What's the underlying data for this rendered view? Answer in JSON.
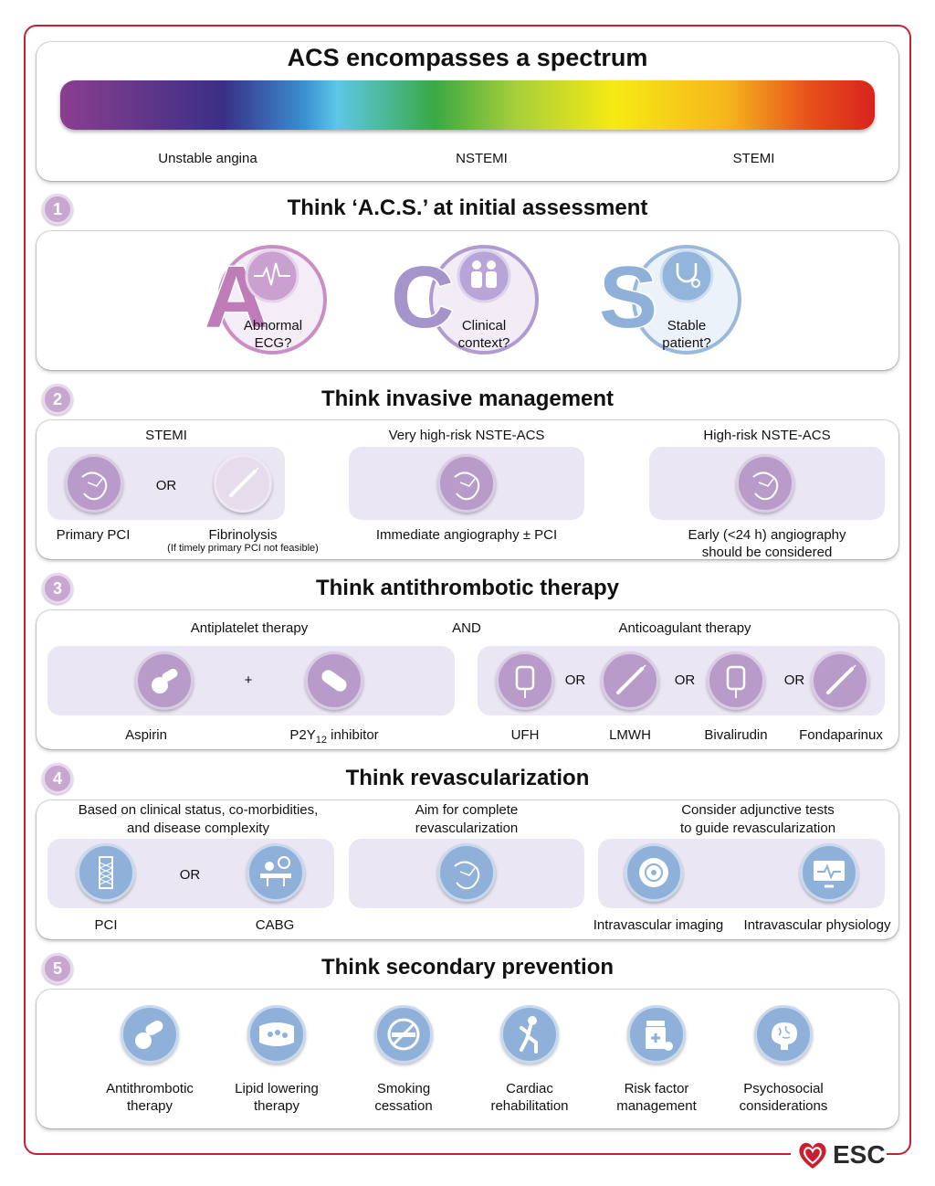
{
  "header": {
    "title": "ACS encompasses a spectrum",
    "spectrum_labels": [
      "Unstable angina",
      "NSTEMI",
      "STEMI"
    ]
  },
  "step1": {
    "number": "1",
    "title": "Think ‘A.C.S.’ at initial assessment",
    "items": [
      {
        "letter": "A",
        "line1": "Abnormal",
        "line2": "ECG?"
      },
      {
        "letter": "C",
        "line1": "Clinical",
        "line2": "context?"
      },
      {
        "letter": "S",
        "line1": "Stable",
        "line2": "patient?"
      }
    ]
  },
  "step2": {
    "number": "2",
    "title": "Think invasive management",
    "groups": [
      {
        "heading": "STEMI",
        "or": "OR",
        "left_label": "Primary PCI",
        "right_label": "Fibrinolysis",
        "right_note": "(If timely primary PCI not feasible)"
      },
      {
        "heading": "Very high-risk NSTE-ACS",
        "label": "Immediate angiography ± PCI"
      },
      {
        "heading": "High-risk NSTE-ACS",
        "label_line1": "Early (<24 h) angiography",
        "label_line2": "should be considered"
      }
    ]
  },
  "step3": {
    "number": "3",
    "title": "Think antithrombotic therapy",
    "antiplatelet_heading": "Antiplatelet therapy",
    "and": "AND",
    "anticoagulant_heading": "Anticoagulant therapy",
    "plus": "+",
    "aspirin": "Aspirin",
    "p2y12_prefix": "P2Y",
    "p2y12_sub": "12",
    "p2y12_suffix": " inhibitor",
    "or": "OR",
    "anticoagulants": [
      "UFH",
      "LMWH",
      "Bivalirudin",
      "Fondaparinux"
    ]
  },
  "step4": {
    "number": "4",
    "title": "Think revascularization",
    "col1_line1": "Based on clinical status, co-morbidities,",
    "col1_line2": "and disease complexity",
    "col2_line1": "Aim for complete",
    "col2_line2": "revascularization",
    "col3_line1": "Consider adjunctive tests",
    "col3_line2": "to guide revascularization",
    "or": "OR",
    "pci": "PCI",
    "cabg": "CABG",
    "imaging": "Intravascular imaging",
    "physiology": "Intravascular physiology"
  },
  "step5": {
    "number": "5",
    "title": "Think secondary prevention",
    "items": [
      {
        "line1": "Antithrombotic",
        "line2": "therapy"
      },
      {
        "line1": "Lipid lowering",
        "line2": "therapy"
      },
      {
        "line1": "Smoking",
        "line2": "cessation"
      },
      {
        "line1": "Cardiac",
        "line2": "rehabilitation"
      },
      {
        "line1": "Risk factor",
        "line2": "management"
      },
      {
        "line1": "Psychosocial",
        "line2": "considerations"
      }
    ]
  },
  "logo": {
    "text": "ESC"
  },
  "colors": {
    "frame": "#c8202e",
    "step_badge": "#c7a6cf",
    "panel": "#ebe6f4",
    "icon_purple": "#b99bc9",
    "icon_blue": "#8fb1d9"
  }
}
